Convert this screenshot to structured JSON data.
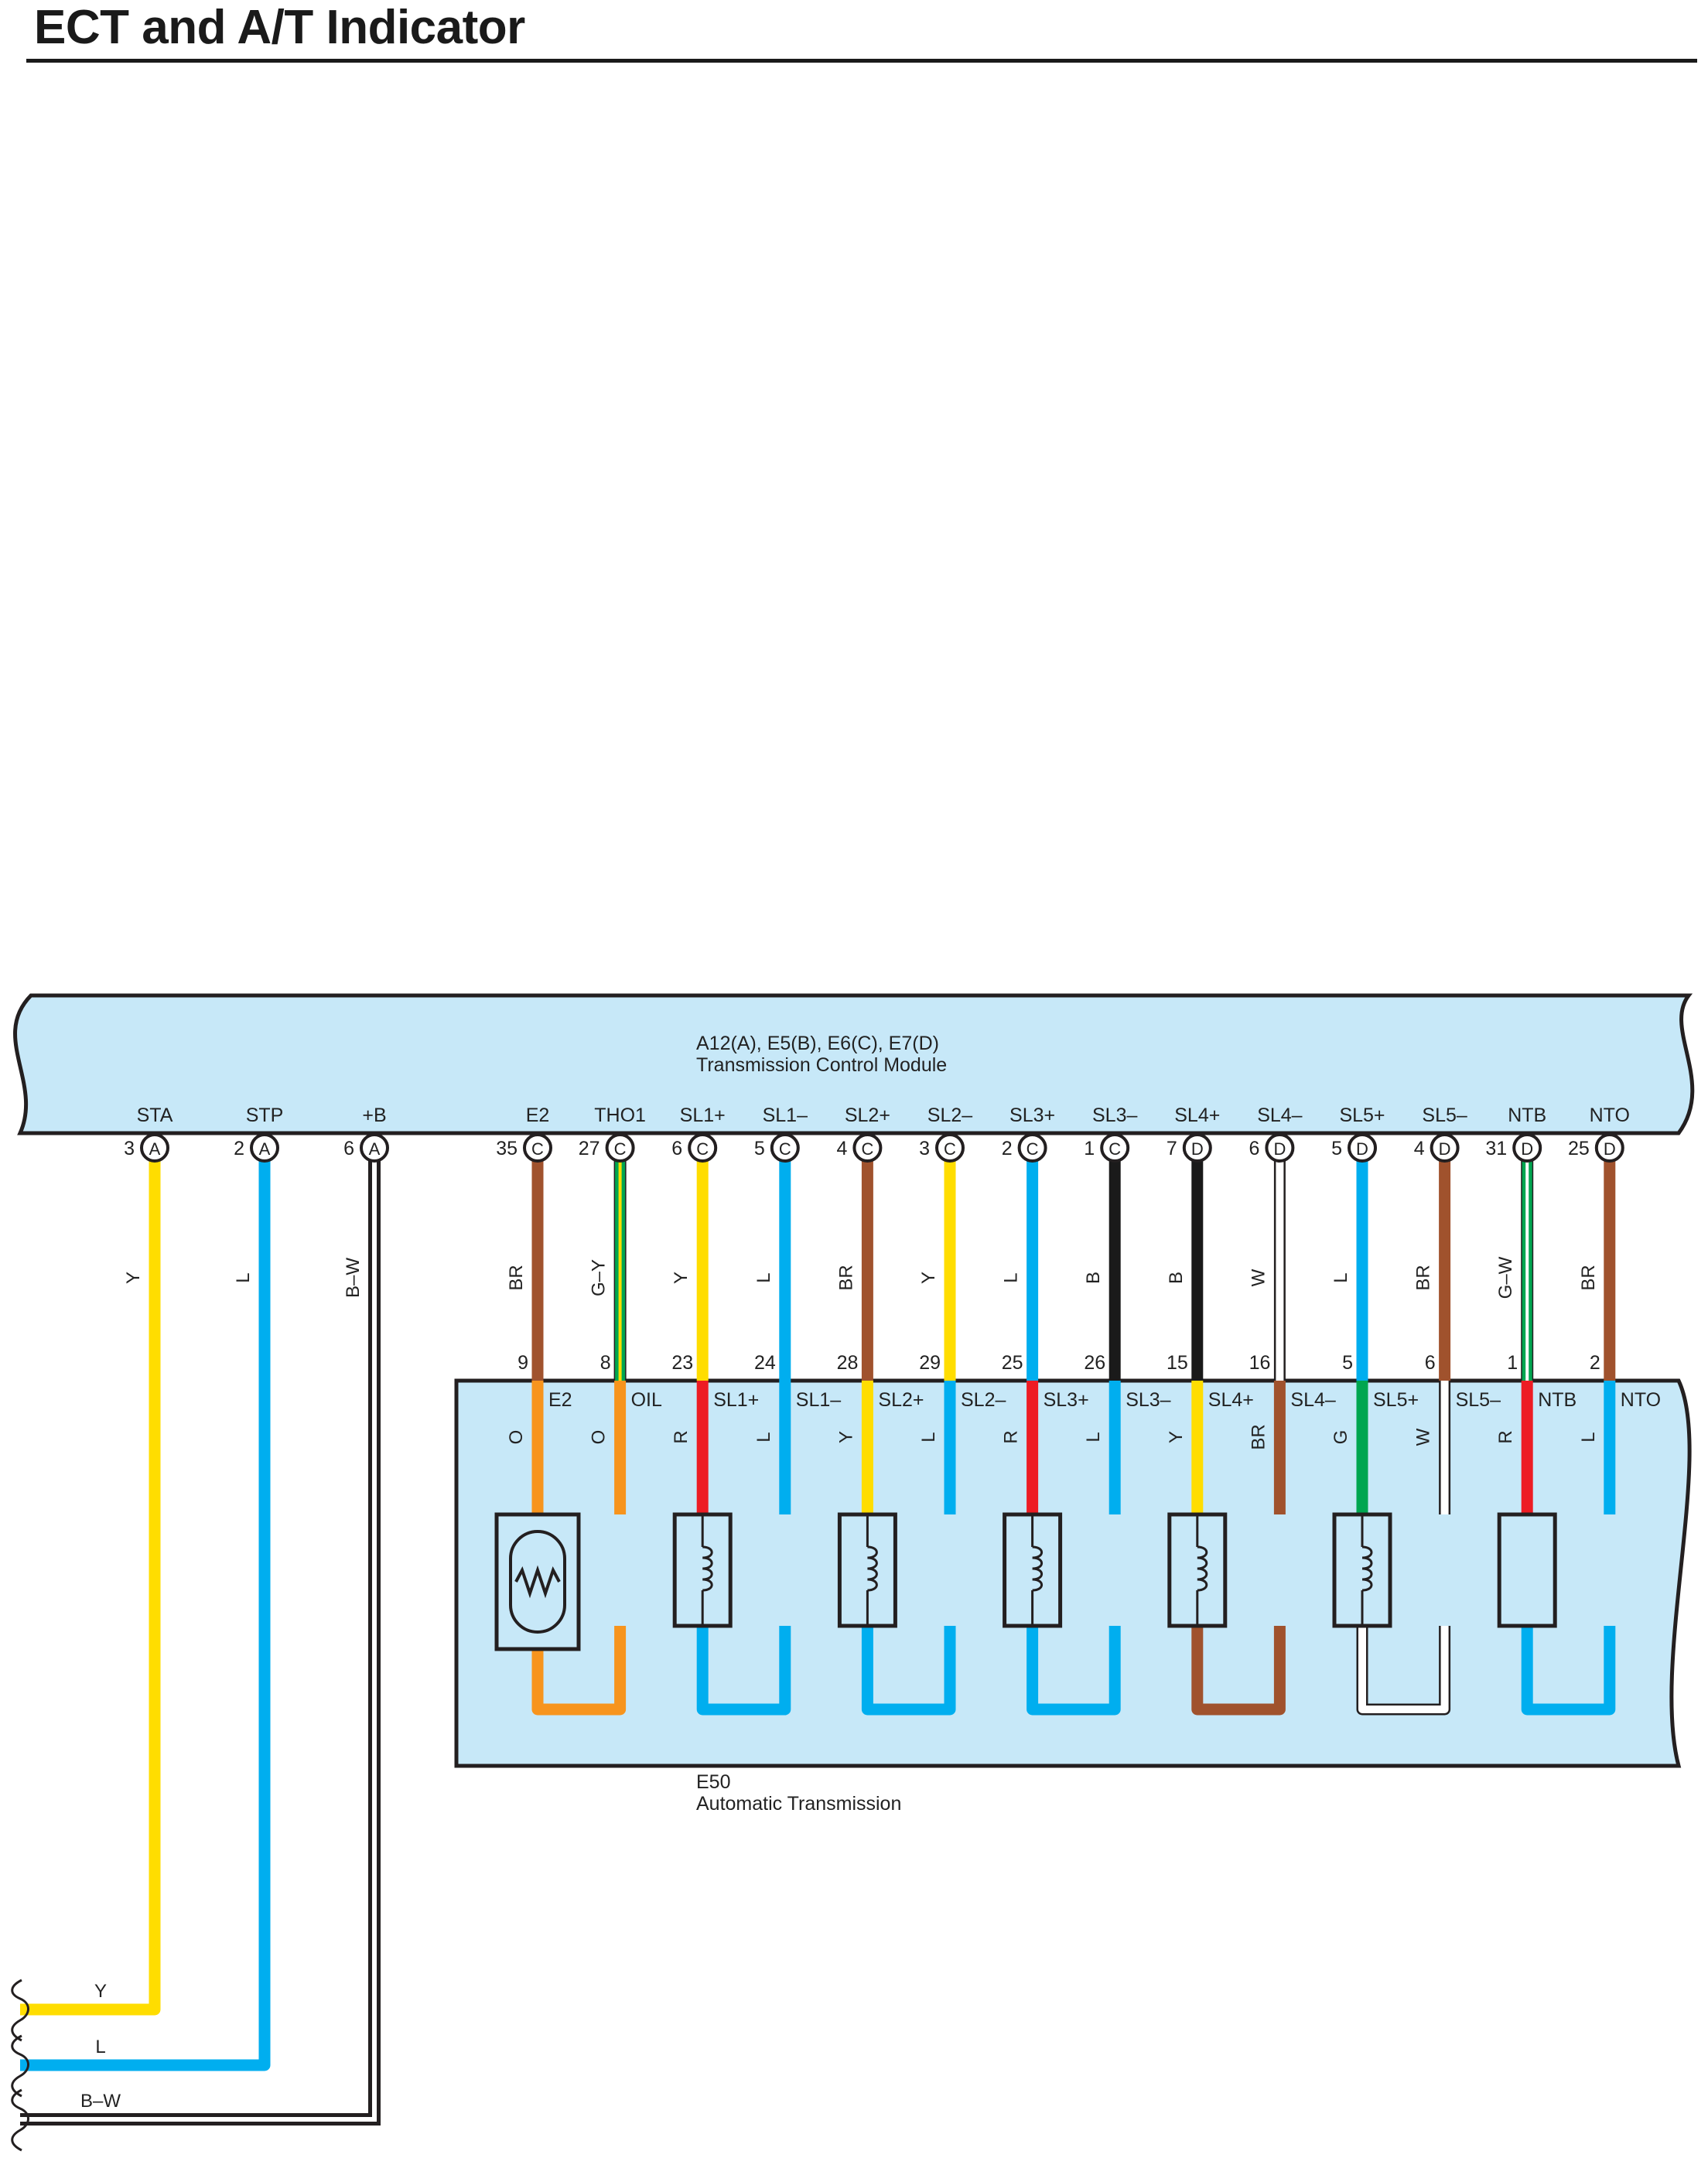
{
  "title": "ECT and A/T Indicator",
  "colors": {
    "Y": "#ffdd00",
    "L": "#00aeef",
    "BR": "#a0522d",
    "B": "#1a1a1a",
    "W": "#ffffff",
    "G": "#00a650",
    "R": "#ed1c24",
    "O": "#f7941d",
    "panel": "#c7e8f8",
    "outline": "#231f20"
  },
  "tcm": {
    "connectors_label": "A12(A), E5(B), E6(C), E7(D)",
    "name": "Transmission Control Module",
    "pins": [
      {
        "name": "STA",
        "pin": "3",
        "conn": "A",
        "wire": "Y",
        "colors": [
          "Y"
        ]
      },
      {
        "name": "STP",
        "pin": "2",
        "conn": "A",
        "wire": "L",
        "colors": [
          "L"
        ]
      },
      {
        "name": "+B",
        "pin": "6",
        "conn": "A",
        "wire": "B–W",
        "colors": [
          "B",
          "W"
        ]
      },
      {
        "name": "E2",
        "pin": "35",
        "conn": "C",
        "wire": "BR",
        "colors": [
          "BR"
        ],
        "e50_pin": "9",
        "e50_label": "E2",
        "inner": "O"
      },
      {
        "name": "THO1",
        "pin": "27",
        "conn": "C",
        "wire": "G–Y",
        "colors": [
          "G",
          "Y"
        ],
        "e50_pin": "8",
        "e50_label": "OIL",
        "inner": "O"
      },
      {
        "name": "SL1+",
        "pin": "6",
        "conn": "C",
        "wire": "Y",
        "colors": [
          "Y"
        ],
        "e50_pin": "23",
        "e50_label": "SL1+",
        "inner": "R"
      },
      {
        "name": "SL1–",
        "pin": "5",
        "conn": "C",
        "wire": "L",
        "colors": [
          "L"
        ],
        "e50_pin": "24",
        "e50_label": "SL1–",
        "inner": "L"
      },
      {
        "name": "SL2+",
        "pin": "4",
        "conn": "C",
        "wire": "BR",
        "colors": [
          "BR"
        ],
        "e50_pin": "28",
        "e50_label": "SL2+",
        "inner": "Y"
      },
      {
        "name": "SL2–",
        "pin": "3",
        "conn": "C",
        "wire": "Y",
        "colors": [
          "Y"
        ],
        "e50_pin": "29",
        "e50_label": "SL2–",
        "inner": "L"
      },
      {
        "name": "SL3+",
        "pin": "2",
        "conn": "C",
        "wire": "L",
        "colors": [
          "L"
        ],
        "e50_pin": "25",
        "e50_label": "SL3+",
        "inner": "R"
      },
      {
        "name": "SL3–",
        "pin": "1",
        "conn": "C",
        "wire": "B",
        "colors": [
          "B"
        ],
        "e50_pin": "26",
        "e50_label": "SL3–",
        "inner": "L"
      },
      {
        "name": "SL4+",
        "pin": "7",
        "conn": "D",
        "wire": "B",
        "colors": [
          "B"
        ],
        "e50_pin": "15",
        "e50_label": "SL4+",
        "inner": "Y"
      },
      {
        "name": "SL4–",
        "pin": "6",
        "conn": "D",
        "wire": "W",
        "colors": [
          "W"
        ],
        "e50_pin": "16",
        "e50_label": "SL4–",
        "inner": "BR"
      },
      {
        "name": "SL5+",
        "pin": "5",
        "conn": "D",
        "wire": "L",
        "colors": [
          "L"
        ],
        "e50_pin": "5",
        "e50_label": "SL5+",
        "inner": "G"
      },
      {
        "name": "SL5–",
        "pin": "4",
        "conn": "D",
        "wire": "BR",
        "colors": [
          "BR"
        ],
        "e50_pin": "6",
        "e50_label": "SL5–",
        "inner": "W"
      },
      {
        "name": "NTB",
        "pin": "31",
        "conn": "D",
        "wire": "G–W",
        "colors": [
          "G",
          "W"
        ],
        "e50_pin": "1",
        "e50_label": "NTB",
        "inner": "R"
      },
      {
        "name": "NTO",
        "pin": "25",
        "conn": "D",
        "wire": "BR",
        "colors": [
          "BR"
        ],
        "e50_pin": "2",
        "e50_label": "NTO",
        "inner": "L"
      }
    ]
  },
  "e50": {
    "code": "E50",
    "name": "Automatic Transmission",
    "components": [
      {
        "type": "thermistor",
        "pair": [
          3,
          4
        ],
        "loop": "O"
      },
      {
        "type": "solenoid",
        "pair": [
          5,
          6
        ],
        "loop": "L"
      },
      {
        "type": "solenoid",
        "pair": [
          7,
          8
        ],
        "loop": "L"
      },
      {
        "type": "solenoid",
        "pair": [
          9,
          10
        ],
        "loop": "L"
      },
      {
        "type": "solenoid",
        "pair": [
          11,
          12
        ],
        "loop": "BR"
      },
      {
        "type": "solenoid",
        "pair": [
          13,
          14
        ],
        "loop": "W"
      },
      {
        "type": "sensor",
        "pair": [
          15,
          16
        ],
        "loop": "L"
      }
    ]
  },
  "continuation": {
    "labels": [
      "Y",
      "L",
      "B–W"
    ]
  }
}
